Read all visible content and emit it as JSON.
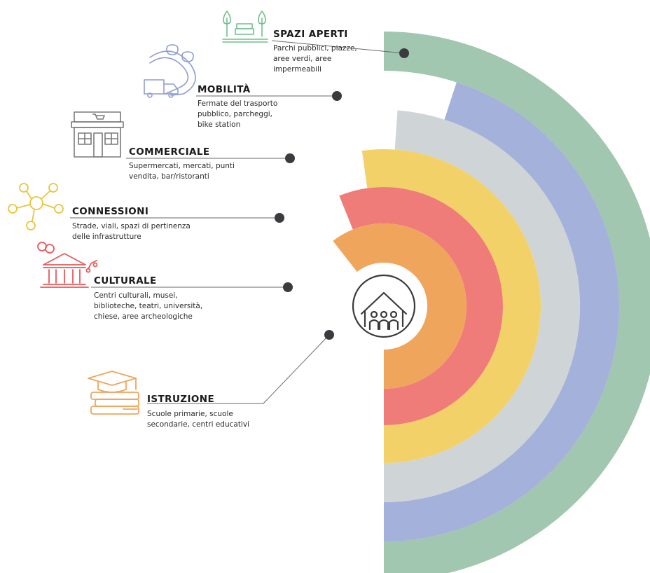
{
  "colors": {
    "center_bg": "#ffffff",
    "center_icon": "#3a3a3a"
  },
  "center": {
    "icon": "community-house-icon"
  },
  "categories": [
    {
      "key": "istruzione",
      "title": "ISTRUZIONE",
      "color": "#f0a55c",
      "icon": "graduation-books-icon",
      "desc": [
        "Scuole primarie, scuole",
        "secondarie, centri educativi"
      ]
    },
    {
      "key": "culturale",
      "title": "CULTURALE",
      "color": "#f07c7a",
      "icon": "museum-theater-icon",
      "desc": [
        "Centri culturali, musei,",
        "biblioteche, teatri, università,",
        "chiese, aree archeologiche"
      ]
    },
    {
      "key": "connessioni",
      "title": "CONNESSIONI",
      "color": "#f2d268",
      "icon": "network-nodes-icon",
      "desc": [
        "Strade, viali, spazi di pertinenza",
        "delle infrastrutture"
      ]
    },
    {
      "key": "commerciale",
      "title": "COMMERCIALE",
      "color": "#cfd4d6",
      "icon": "shop-icon",
      "desc": [
        "Supermercati, mercati, punti",
        "vendita, bar/ristoranti"
      ]
    },
    {
      "key": "mobilita",
      "title": "MOBILITÀ",
      "color": "#a3b1db",
      "icon": "road-truck-pins-icon",
      "desc": [
        "Fermate del trasporto",
        "pubblico, parcheggi,",
        "bike station"
      ]
    },
    {
      "key": "spazi_aperti",
      "title": "SPAZI APERTI",
      "color": "#a1c7b0",
      "icon": "park-bench-trees-icon",
      "desc": [
        "Parchi pubblici, piazze,",
        "aree verdi, aree",
        "impermeabili"
      ]
    }
  ]
}
